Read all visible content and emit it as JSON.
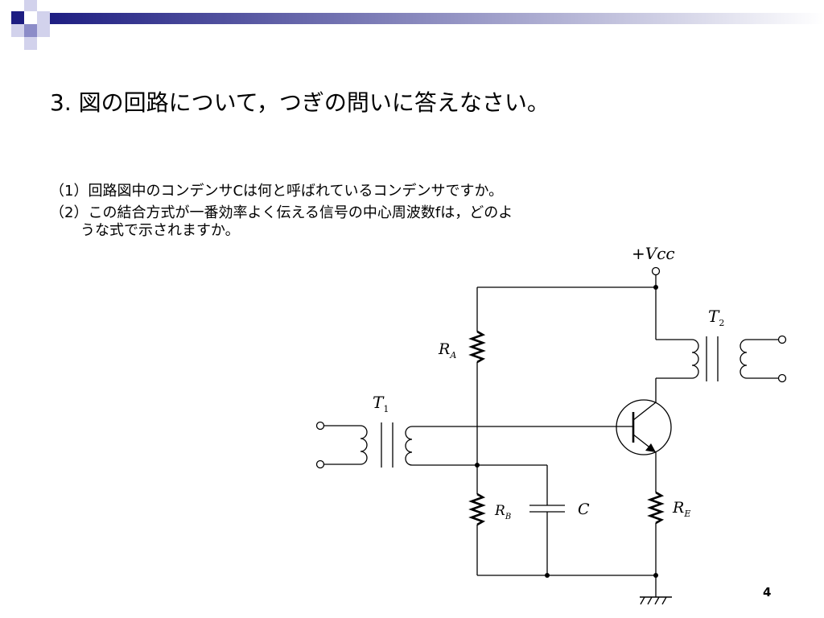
{
  "slide": {
    "title": "3. 図の回路について，つぎの問いに答えなさい。",
    "questions": [
      {
        "line1": "（1）回路図中のコンデンサCは何と呼ばれているコンデンサですか。"
      },
      {
        "line1": "（2）この結合方式が一番効率よく伝える信号の中心周波数fは，どのよ",
        "line2": "うな式で示されますか。"
      }
    ],
    "page_number": "4"
  },
  "circuit": {
    "supply_label": "+Vcc",
    "ra": {
      "main": "R",
      "sub": "A"
    },
    "rb": {
      "main": "R",
      "sub": "B"
    },
    "re": {
      "main": "R",
      "sub": "E"
    },
    "capacitor_label": "C",
    "t1": {
      "main": "T",
      "sub": "1"
    },
    "t2": {
      "main": "T",
      "sub": "2"
    }
  },
  "colors": {
    "header_dark": "#1e1e82",
    "header_mid": "#8c8cc8",
    "header_light": "#d2d2ec"
  }
}
